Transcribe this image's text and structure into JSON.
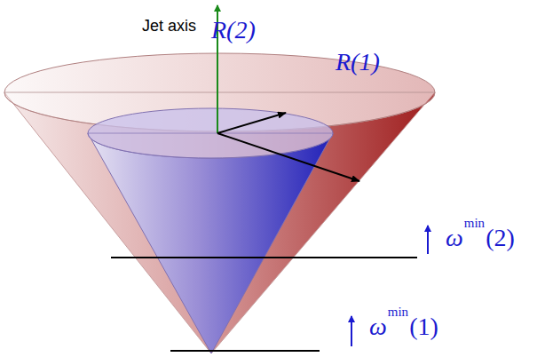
{
  "diagram": {
    "labels": [
      "Jet axis",
      "R(2)",
      "R(1)",
      "ω",
      "min",
      "(2)",
      "ω",
      "min",
      "(1)"
    ]
  }
}
